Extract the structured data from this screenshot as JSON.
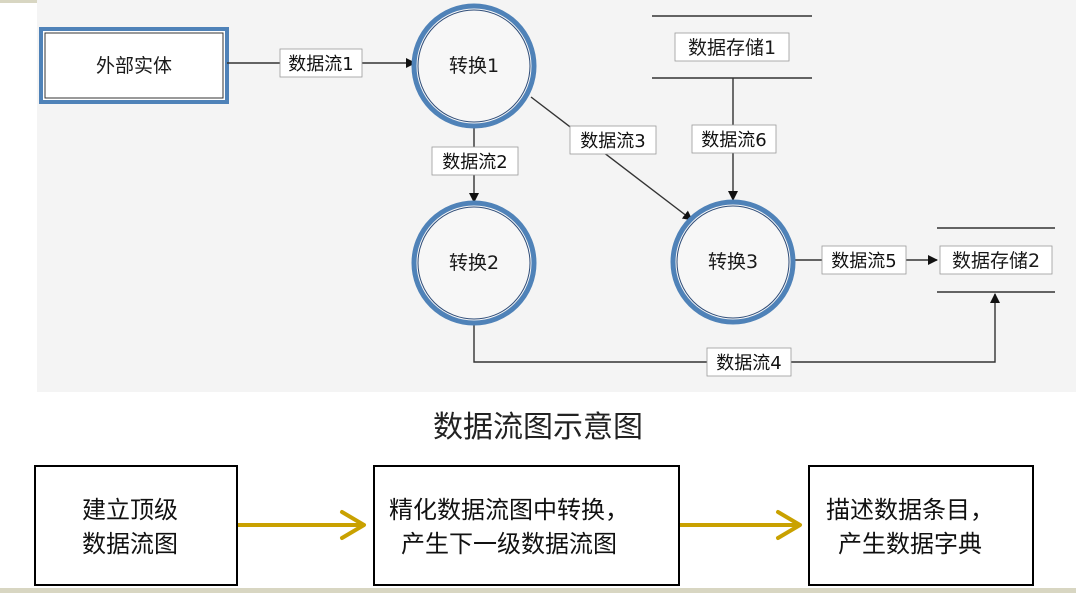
{
  "diagram": {
    "external_entity": "外部实体",
    "processes": [
      "转换1",
      "转换2",
      "转换3"
    ],
    "data_stores": [
      "数据存储1",
      "数据存储2"
    ],
    "data_flows": [
      "数据流1",
      "数据流2",
      "数据流3",
      "数据流4",
      "数据流5",
      "数据流6"
    ],
    "colors": {
      "entity_border": "#4f82b8",
      "circle_border": "#4f82b8",
      "step_arrow": "#c9a100"
    }
  },
  "caption": "数据流图示意图",
  "steps": [
    {
      "lines": [
        "建立顶级",
        "数据流图"
      ]
    },
    {
      "lines": [
        "精化数据流图中转换，",
        "产生下一级数据流图"
      ]
    },
    {
      "lines": [
        "描述数据条目，",
        "产生数据字典"
      ]
    }
  ]
}
